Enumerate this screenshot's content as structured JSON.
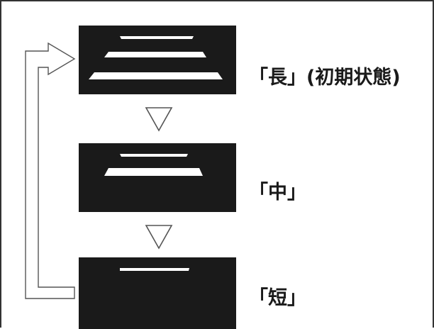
{
  "states": [
    {
      "id": "long",
      "label": "「長」(初期状態)",
      "bar_count": 3
    },
    {
      "id": "mid",
      "label": "「中」",
      "bar_count": 2
    },
    {
      "id": "short",
      "label": "「短」",
      "bar_count": 1
    }
  ],
  "colors": {
    "panel": "#1a1a1a",
    "bar": "#ffffff",
    "arrow_stroke": "#555555",
    "text": "#1a1a1a"
  },
  "icons": {
    "step_arrow": "down-triangle-outline-icon",
    "cycle_arrow": "loop-back-arrow-icon"
  }
}
